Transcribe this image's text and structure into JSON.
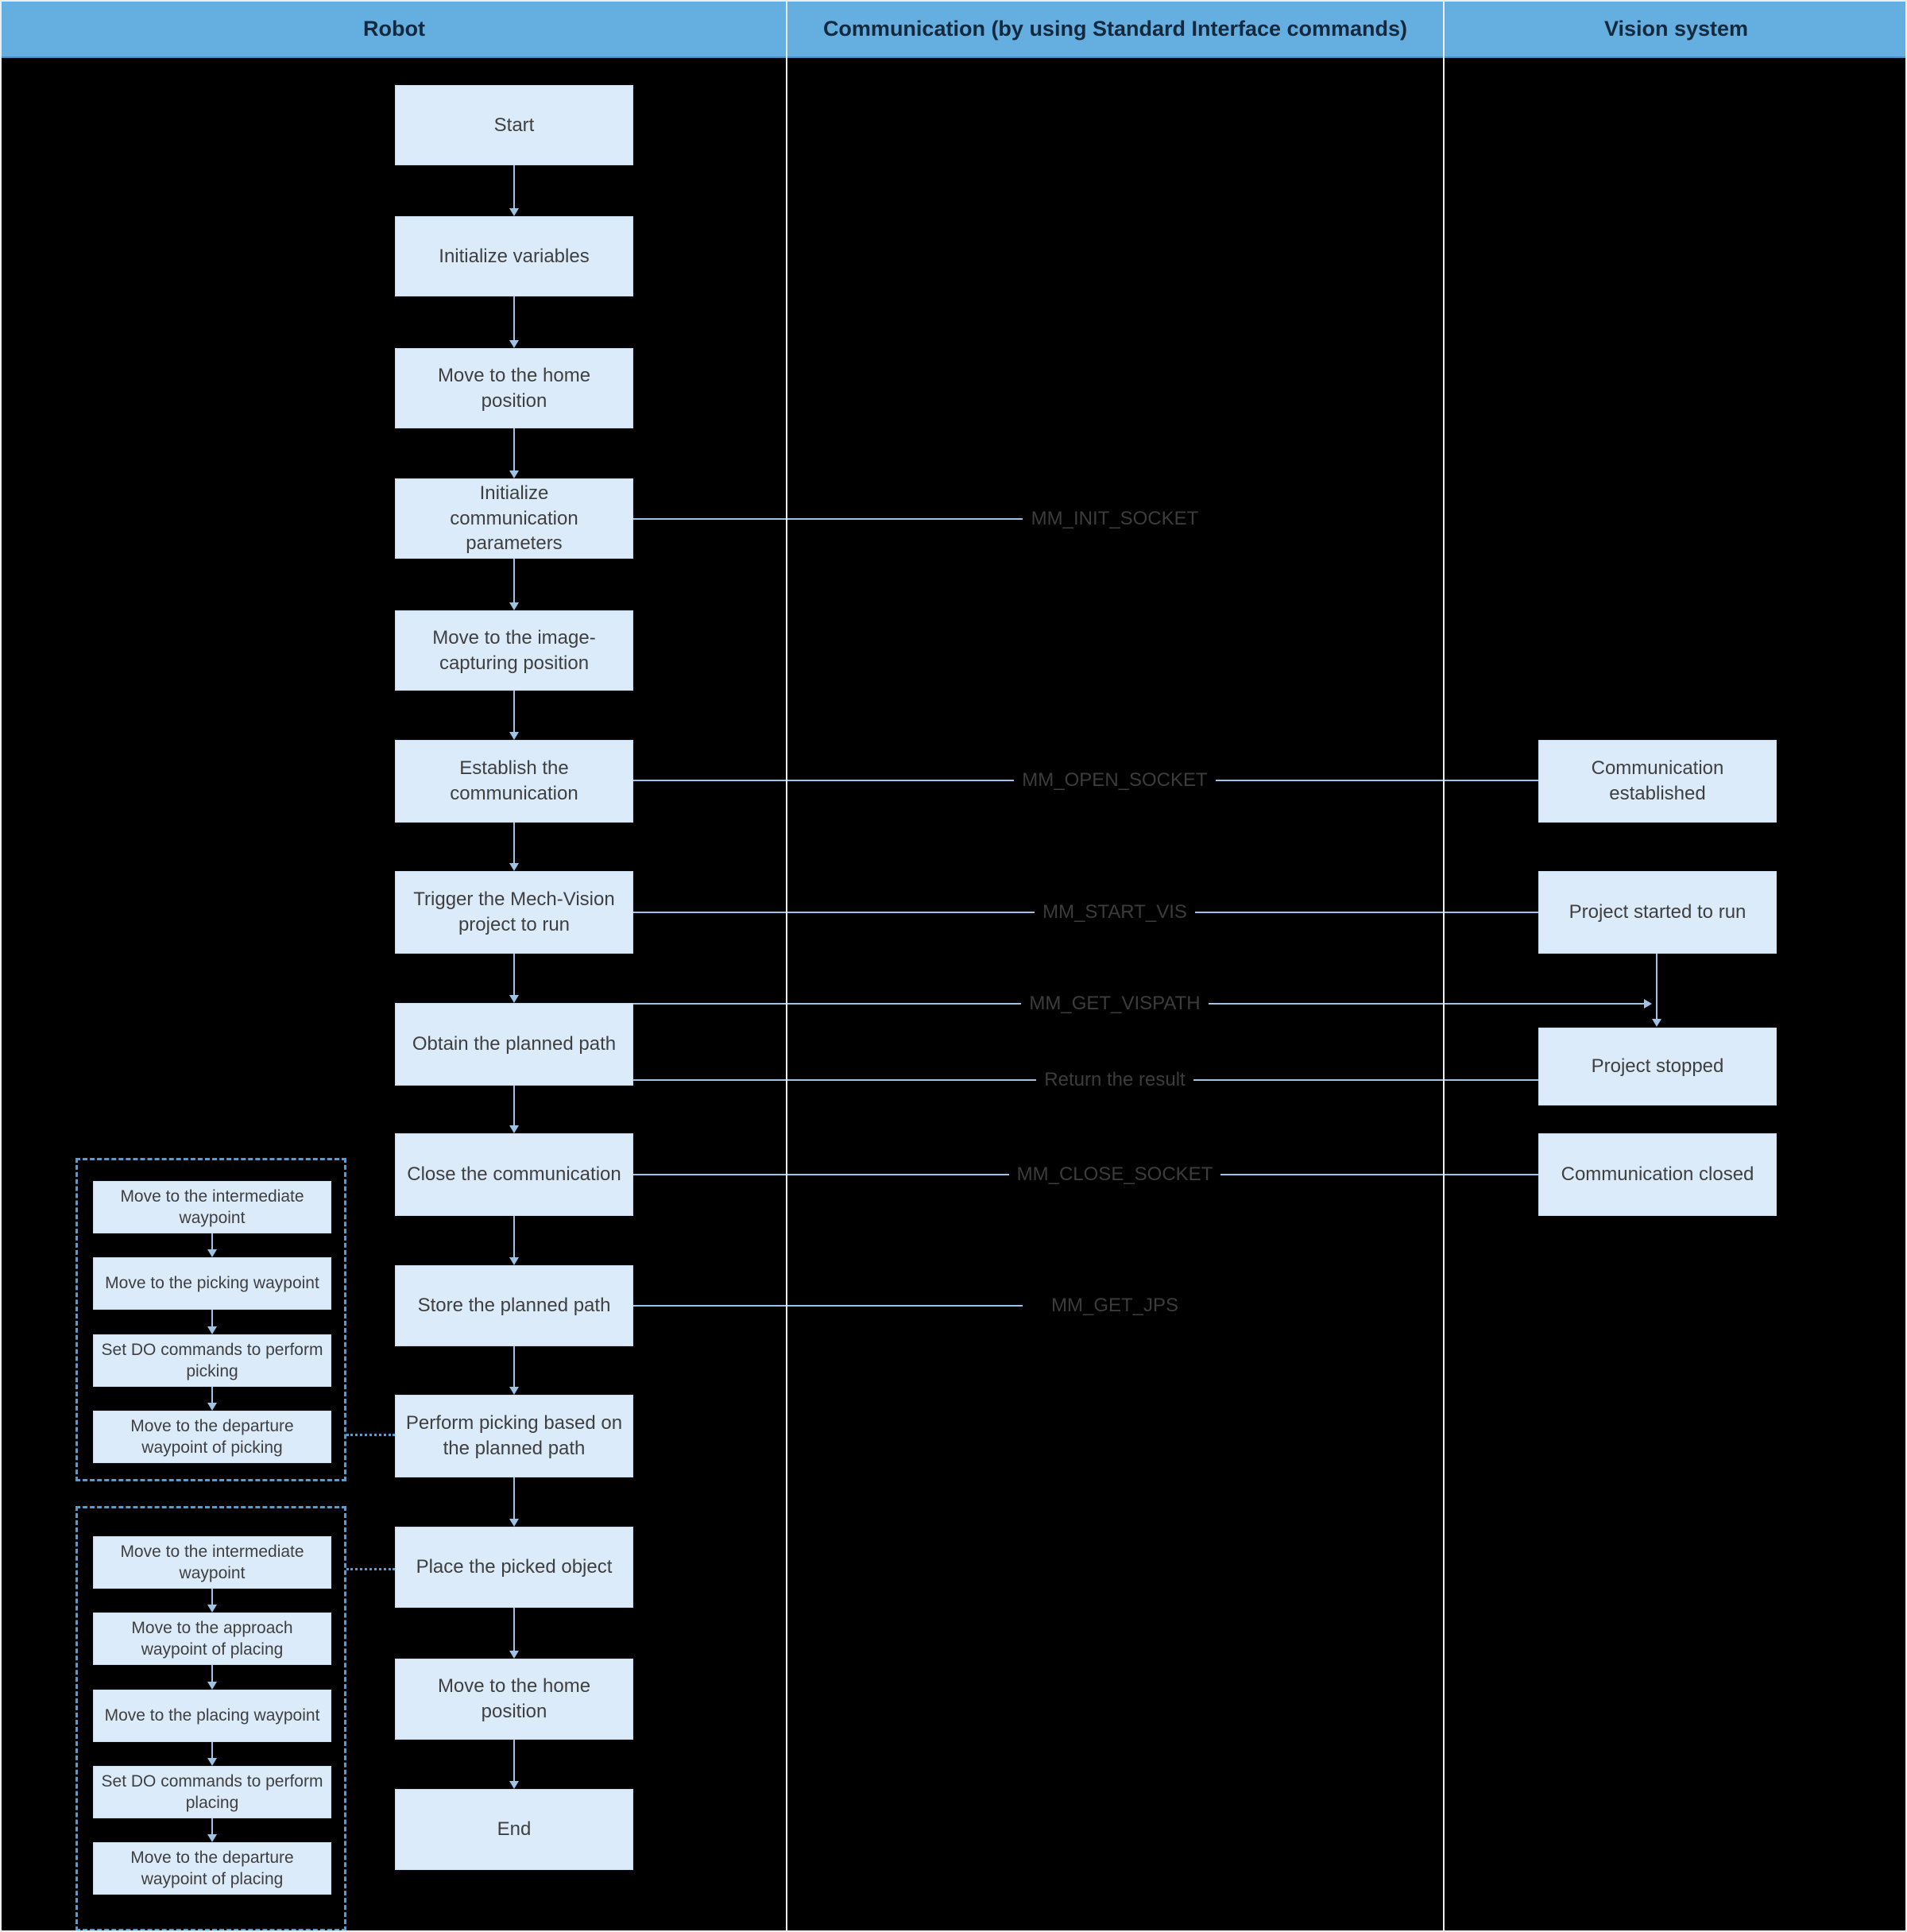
{
  "header": {
    "robot": "Robot",
    "communication": "Communication (by using Standard Interface commands)",
    "vision": "Vision system"
  },
  "robot_flow": [
    "Start",
    "Initialize variables",
    "Move to the home position",
    "Initialize communication parameters",
    "Move to the image-capturing position",
    "Establish the communication",
    "Trigger the Mech-Vision project to run",
    "Obtain the planned path",
    "Close the communication",
    "Store the planned path",
    "Perform picking based on the planned path",
    "Place the picked object",
    "Move to the home position",
    "End"
  ],
  "vision_flow": [
    "Communication established",
    "Project started to run",
    "Project stopped",
    "Communication closed"
  ],
  "comm_labels": [
    "MM_INIT_SOCKET",
    "MM_OPEN_SOCKET",
    "MM_START_VIS",
    "MM_GET_VISPATH",
    "Return the result",
    "MM_CLOSE_SOCKET",
    "MM_GET_JPS"
  ],
  "picking_group": [
    "Move to the intermediate waypoint",
    "Move to the picking waypoint",
    "Set DO commands to perform picking",
    "Move to the departure waypoint of picking"
  ],
  "placing_group": [
    "Move to the intermediate waypoint",
    "Move to the approach waypoint of placing",
    "Move to the placing waypoint",
    "Set DO commands to perform placing",
    "Move to the departure waypoint of placing"
  ],
  "colors": {
    "background": "#000000",
    "header_bg": "#64AEE0",
    "box_fill": "#DCEBFA",
    "line": "#9DC3E6",
    "dashed_group": "#4C9FDC",
    "text": "#3F3F3F"
  }
}
